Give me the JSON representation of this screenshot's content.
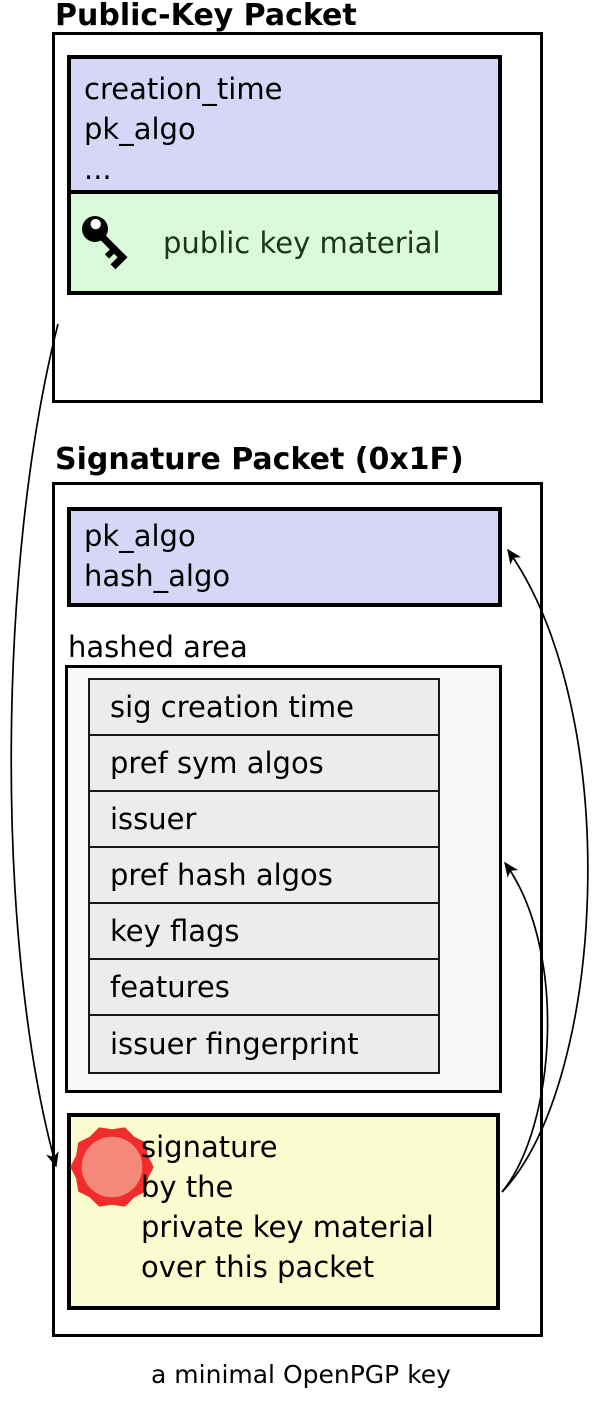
{
  "pk_packet": {
    "title": "Public-Key Packet",
    "fields_box": {
      "lines": [
        "creation_time",
        "pk_algo",
        "..."
      ]
    },
    "material_box": {
      "icon": "key-icon",
      "label": "public key material"
    }
  },
  "sig_packet": {
    "title": "Signature Packet (0x1F)",
    "algo_box": {
      "lines": [
        "pk_algo",
        "hash_algo"
      ]
    },
    "hashed_area": {
      "label": "hashed area",
      "subpackets": [
        "sig creation time",
        "pref sym algos",
        "issuer",
        "pref hash algos",
        "key flags",
        "features",
        "issuer fingerprint"
      ]
    },
    "signature_box": {
      "icon": "seal-icon",
      "lines": [
        "signature",
        "by the",
        "private key material",
        "over this packet"
      ]
    }
  },
  "caption": "a minimal OpenPGP key",
  "colors": {
    "field_box_bg": "#d6d6f7",
    "key_material_bg": "#d9fbd9",
    "key_material_text": "#17391b",
    "hashed_area_bg": "#f7f7f7",
    "subpacket_row_bg": "#ececec",
    "signature_bg": "#fbfbd0",
    "seal_ring": "#f22b2b",
    "seal_fill": "#f4897b",
    "line_color": "#000000"
  }
}
